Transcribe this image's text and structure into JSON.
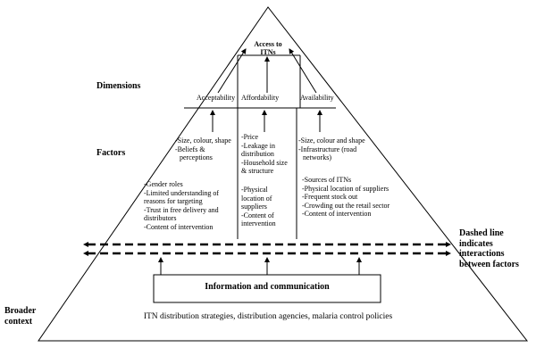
{
  "title": "Access to ITNs",
  "dimensions": {
    "heading": "Dimensions",
    "items": [
      "Acceptability",
      "Affordability",
      "Availability"
    ]
  },
  "factors": {
    "heading": "Factors",
    "acceptability_upper": [
      "-Size, colour, shape",
      "-Beliefs &",
      "perceptions"
    ],
    "acceptability_lower": [
      "-Gender roles",
      "-Limited understanding of",
      "reasons for targeting",
      "-Trust in free delivery and",
      "distributors",
      "-Content of intervention"
    ],
    "affordability_upper": [
      "-Price",
      "-Leakage in",
      "distribution",
      "-Household size",
      "& structure"
    ],
    "affordability_lower": [
      "-Physical",
      "location of",
      "suppliers",
      "-Content of",
      "intervention"
    ],
    "availability_upper": [
      "-Size, colour and shape",
      "-Infrastructure (road",
      "networks)"
    ],
    "availability_lower": [
      "-Sources of ITNs",
      "-Physical location of suppliers",
      "-Frequent stock out",
      "-Crowding out the retail sector",
      "-Content of intervention"
    ]
  },
  "dashed_note": [
    "Dashed line",
    "indicates",
    "interactions",
    "between factors"
  ],
  "info_box": "Information and communication",
  "broader_context": {
    "heading": [
      "Broader",
      "context"
    ],
    "text": "ITN distribution strategies, distribution agencies, malaria control policies"
  }
}
